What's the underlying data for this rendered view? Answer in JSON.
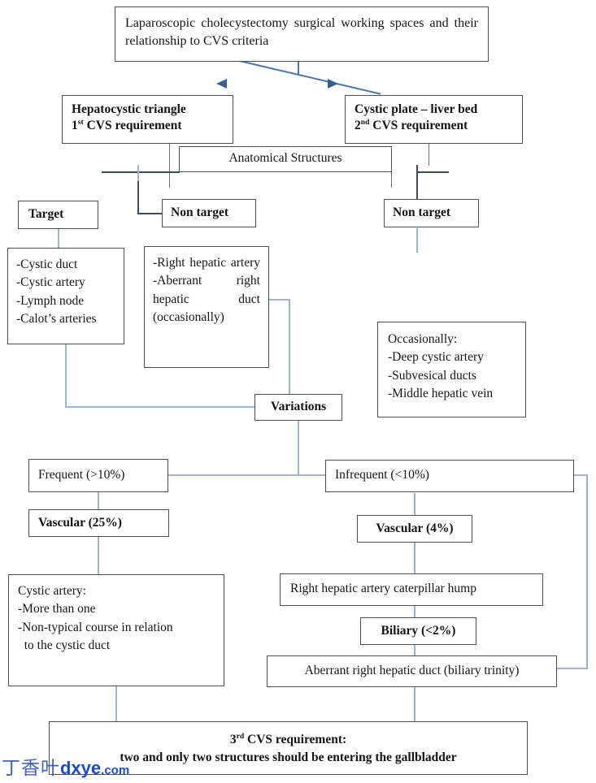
{
  "figure": {
    "title_box": "Laparoscopic  cholecystectomy  surgical  working  spaces and their relationship to CVS criteria"
  },
  "nodes": {
    "hepatocystic_triangle": {
      "line1": "Hepatocystic triangle",
      "line2_pre": "1",
      "line2_sup": "st",
      "line2_post": " CVS requirement"
    },
    "cystic_plate": {
      "line1": "Cystic plate – liver bed",
      "line2_pre": "2",
      "line2_sup": "nd",
      "line2_post": " CVS requirement"
    },
    "anatomical_structures": "Anatomical Structures",
    "target": "Target",
    "non_target_left": "Non   target",
    "non_target_right": "Non   target",
    "target_list": [
      "-Cystic duct",
      "-Cystic artery",
      "-Lymph node",
      "-Calot’s arteries"
    ],
    "non_target_list": "-Right hepatic artery -Aberrant right hepatic duct (occasionally)",
    "occasionally_box": [
      "Occasionally:",
      "-Deep cystic artery",
      "-Subvesical ducts",
      "-Middle hepatic vein"
    ],
    "variations": "Variations",
    "frequent": "Frequent (>10%)",
    "infrequent": "Infrequent (<10%)",
    "vascular_frequent": "Vascular        (25%)",
    "vascular_infrequent": "Vascular (4%)",
    "cystic_artery_details": [
      "Cystic artery:",
      "-More than one",
      "-Non-typical course in relation",
      "  to the cystic duct"
    ],
    "caterpillar_hump": "Right hepatic artery caterpillar hump",
    "biliary": "Biliary (<2%)",
    "aberrant_duct": "Aberrant right hepatic duct (biliary trinity)",
    "final_requirement": {
      "line1_pre": "3",
      "line1_sup": "rd",
      "line1_post": " CVS requirement:",
      "line2": "two and only two structures should be entering the gallbladder"
    }
  },
  "watermark": {
    "cjk": "丁香叶",
    "brand": "dxye",
    "tld": ".com"
  },
  "colors": {
    "box_border": "#4d4d4d",
    "connector": "#9cb4cd",
    "connector_dark": "#3f4a57",
    "arrow": "#4a77a8",
    "watermark": "#1a49d6"
  }
}
